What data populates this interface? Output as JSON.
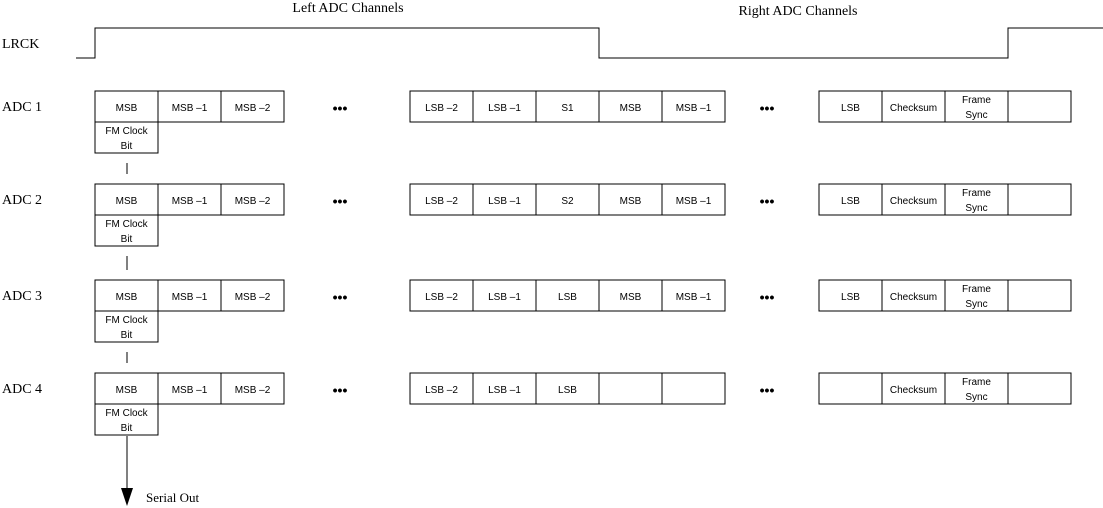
{
  "header": {
    "left_title": "Left ADC Channels",
    "right_title": "Right ADC Channels",
    "lrck_label": "LRCK"
  },
  "ellipsis": "•••",
  "fm_clock_lines": [
    "FM Clock",
    "Bit"
  ],
  "serial_out_label": "Serial Out",
  "rows": [
    {
      "label": "ADC 1",
      "group1": [
        "MSB",
        "MSB –1",
        "MSB –2"
      ],
      "group2": [
        "LSB –2",
        "LSB –1",
        "S1",
        "MSB",
        "MSB –1"
      ],
      "group3": [
        "LSB",
        "Checksum",
        [
          "Frame",
          "Sync"
        ],
        ""
      ]
    },
    {
      "label": "ADC 2",
      "group1": [
        "MSB",
        "MSB –1",
        "MSB –2"
      ],
      "group2": [
        "LSB –2",
        "LSB –1",
        "S2",
        "MSB",
        "MSB –1"
      ],
      "group3": [
        "LSB",
        "Checksum",
        [
          "Frame",
          "Sync"
        ],
        ""
      ]
    },
    {
      "label": "ADC 3",
      "group1": [
        "MSB",
        "MSB –1",
        "MSB –2"
      ],
      "group2": [
        "LSB –2",
        "LSB –1",
        "LSB",
        "MSB",
        "MSB –1"
      ],
      "group3": [
        "LSB",
        "Checksum",
        [
          "Frame",
          "Sync"
        ],
        ""
      ]
    },
    {
      "label": "ADC 4",
      "group1": [
        "MSB",
        "MSB –1",
        "MSB –2"
      ],
      "group2": [
        "LSB –2",
        "LSB –1",
        "LSB",
        "",
        ""
      ],
      "group3": [
        "",
        "Checksum",
        [
          "Frame",
          "Sync"
        ],
        ""
      ]
    }
  ]
}
